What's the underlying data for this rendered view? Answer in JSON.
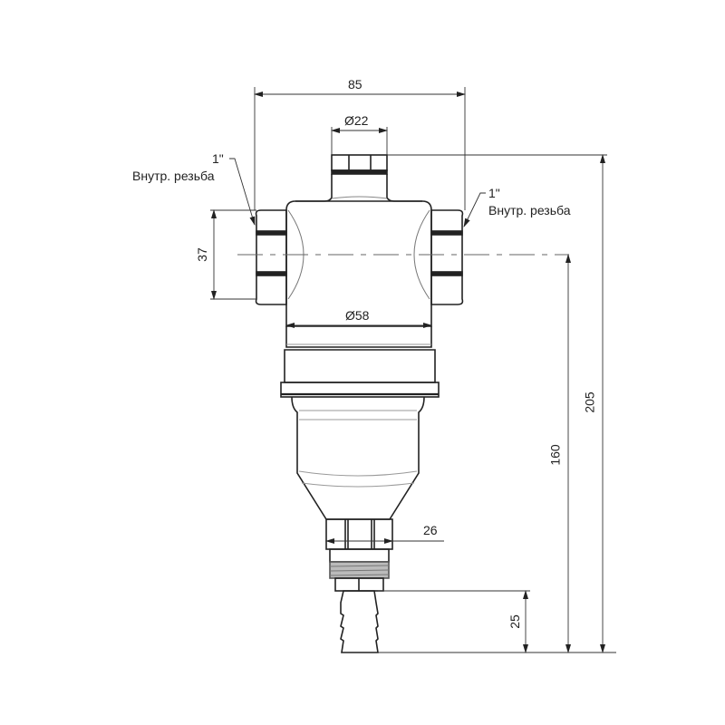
{
  "drawing": {
    "title": "Filter technical drawing",
    "line_color": "#222222",
    "light_color": "#999999"
  },
  "dimensions": {
    "overall_width": "85",
    "top_nut_diameter": "Ø22",
    "body_diameter": "Ø58",
    "port_height": "37",
    "drain_nut_width": "26",
    "hose_fitting_length": "25",
    "axis_to_bottom": "160",
    "overall_height": "205"
  },
  "annotations": {
    "left_port": {
      "size": "1\"",
      "thread": "Внутр. резьба"
    },
    "right_port": {
      "size": "1\"",
      "thread": "Внутр. резьба"
    }
  }
}
